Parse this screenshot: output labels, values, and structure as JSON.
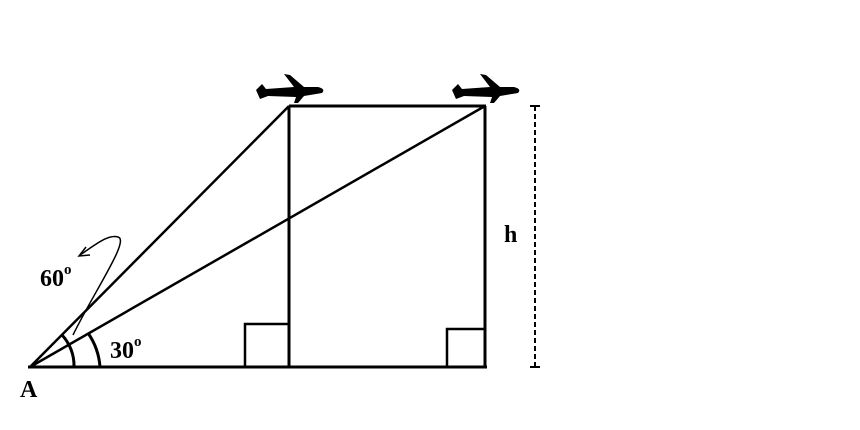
{
  "labels": {
    "point_a": "A",
    "height": "h",
    "angle_large": "60",
    "angle_small": "30",
    "degree_mark": "o"
  },
  "colors": {
    "stroke": "#000000",
    "background": "#ffffff"
  }
}
